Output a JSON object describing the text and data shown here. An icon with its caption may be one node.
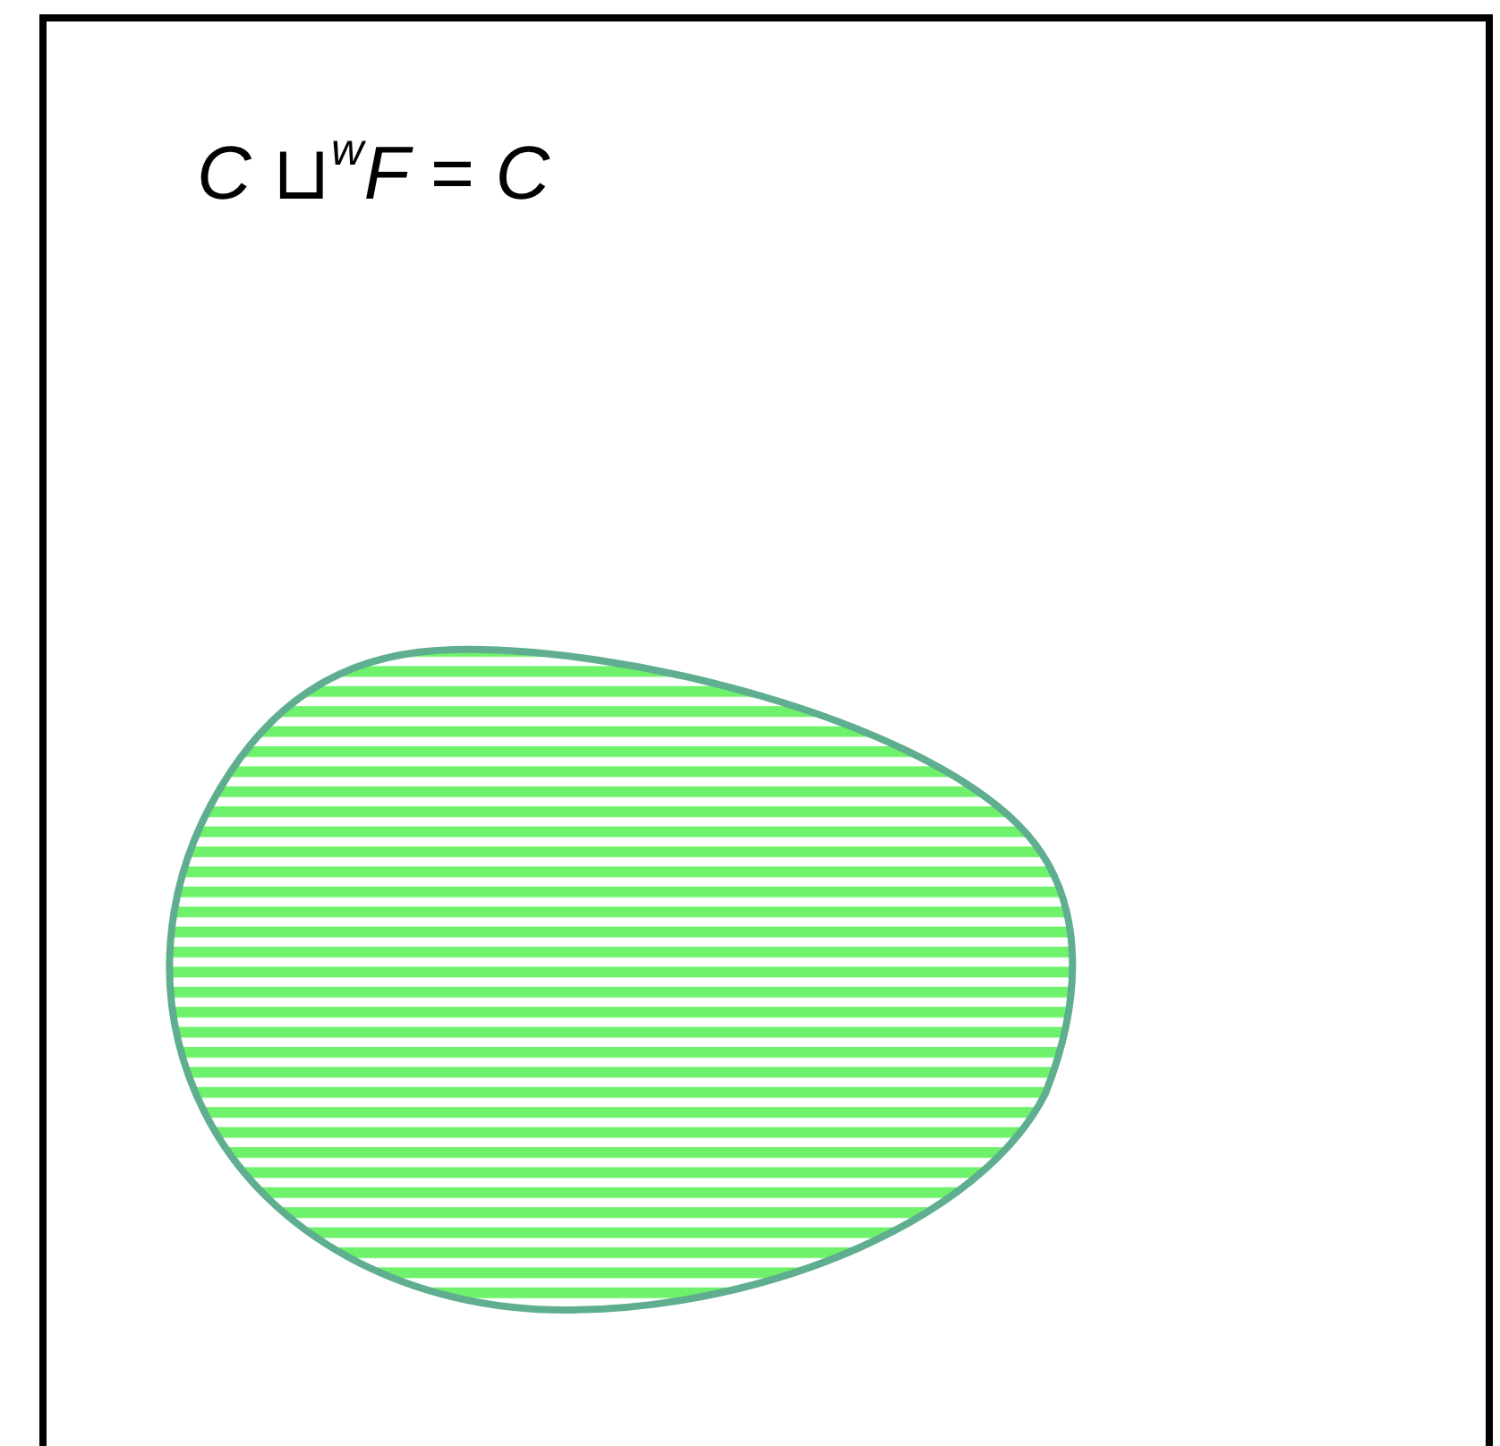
{
  "diagram": {
    "nodes": [
      {
        "text": [
          "*C* ⊔$^{w}$*F* = *C*"
        ]
      },
      {
        "text": [],
        "shape": "blob",
        "in": 0
      }
    ]
  }
}
